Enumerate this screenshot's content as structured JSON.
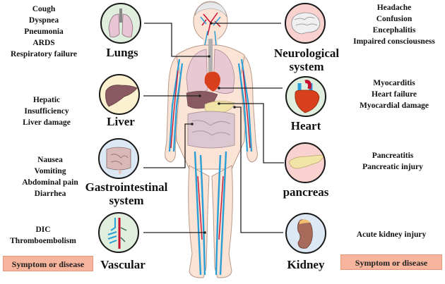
{
  "organs": {
    "lungs": {
      "label": "Lungs",
      "symptoms": "Cough\nDyspnea\nPneumonia\nARDS\nRespiratory failure",
      "circle_color": "#dfeedd"
    },
    "liver": {
      "label": "Liver",
      "symptoms": "Hepatic\nInsufficiency\nLiver damage",
      "circle_color": "#fbf0cf"
    },
    "gastrointestinal": {
      "label": "Gastrointestinal\nsystem",
      "symptoms": "Nausea\nVomiting\nAbdominal pain\nDiarrhea",
      "circle_color": "#dce8f3"
    },
    "vascular": {
      "label": "Vascular",
      "symptoms": "DIC\nThromboembolism",
      "circle_color": "#dfeedd"
    },
    "neurological": {
      "label": "Neurological\nsystem",
      "symptoms": "Headache\nConfusion\nEncephalitis\nImpaired consciousness",
      "circle_color": "#f9d2d0"
    },
    "heart": {
      "label": "Heart",
      "symptoms": "Myocarditis\nHeart failure\nMyocardial damage",
      "circle_color": "#dfeedd"
    },
    "pancreas": {
      "label": "pancreas",
      "symptoms": "Pancreatitis\nPancreatic injury",
      "circle_color": "#f9d2d0"
    },
    "kidney": {
      "label": "Kidney",
      "symptoms": "Acute kidney injury",
      "circle_color": "#dce8f3"
    }
  },
  "legend": {
    "left": "Symptom or disease",
    "right": "Symptom or disease",
    "fill_color": "#f7b59d"
  },
  "colors": {
    "skin": "#fbe3d6",
    "vein": "#2a9fd6",
    "artery": "#c8102e",
    "line": "#222222"
  }
}
